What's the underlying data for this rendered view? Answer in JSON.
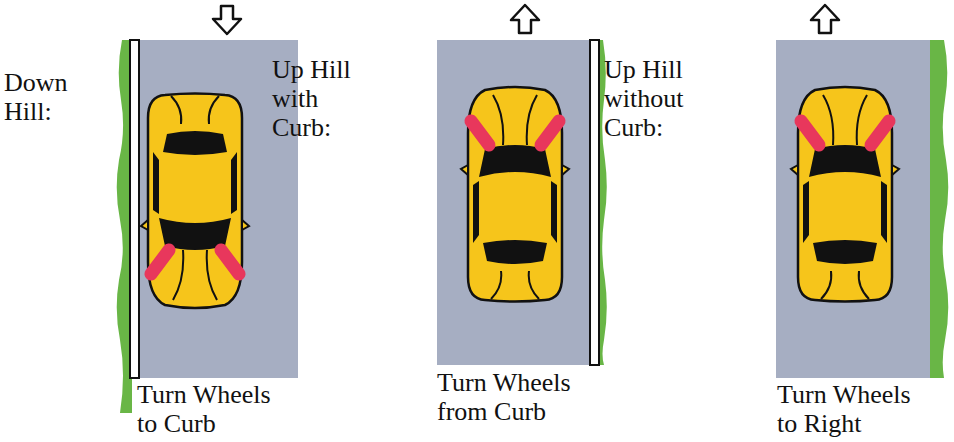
{
  "diagram": {
    "labels": [
      "Down Hill:",
      "Up Hill with Curb:",
      "Up Hill without Curb:",
      "Turn Wheels to Curb",
      "Turn Wheels from Curb",
      "Turn Wheels to Right"
    ]
  }
}
